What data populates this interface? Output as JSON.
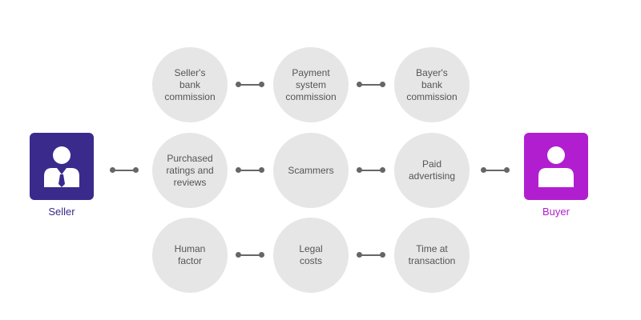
{
  "colors": {
    "seller": "#3a2a8c",
    "buyer": "#b11ed0",
    "node_fill": "#e6e6e6",
    "node_text": "#555555",
    "connector": "#666666"
  },
  "actors": {
    "seller": {
      "label": "Seller",
      "icon": "seller-person-icon"
    },
    "buyer": {
      "label": "Buyer",
      "icon": "buyer-person-icon"
    }
  },
  "nodes": {
    "row1": [
      "Seller's\nbank\ncommission",
      "Payment\nsystem\ncommission",
      "Bayer's\nbank\ncommission"
    ],
    "row2": [
      "Purchased\nratings and\nreviews",
      "Scammers",
      "Paid\nadvertising"
    ],
    "row3": [
      "Human\nfactor",
      "Legal\ncosts",
      "Time at\ntransaction"
    ]
  }
}
